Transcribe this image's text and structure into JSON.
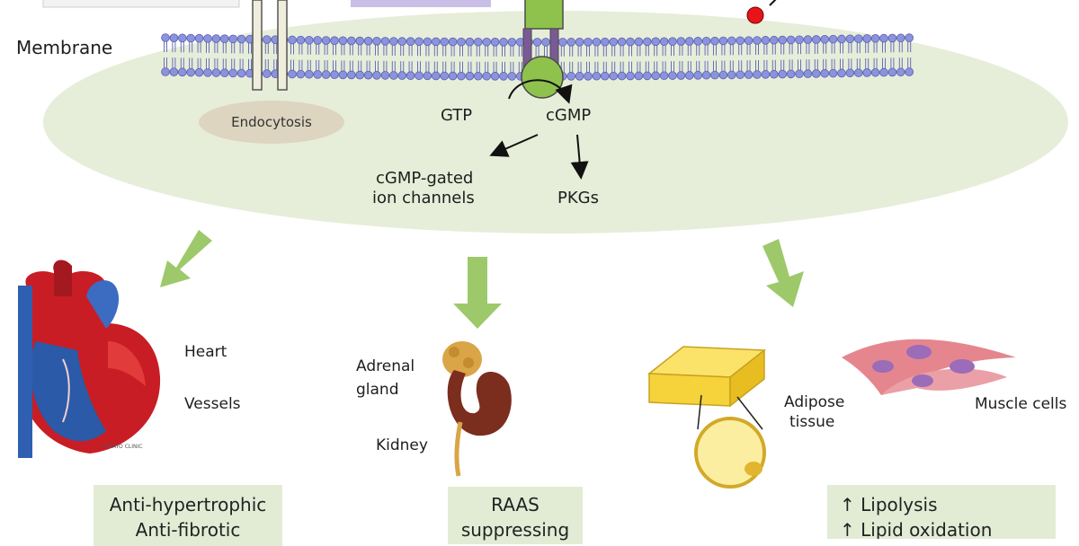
{
  "membrane_label": "Membrane",
  "endocytosis": "Endocytosis",
  "pathway": {
    "gtp": "GTP",
    "cgmp": "cGMP",
    "ion_channels_line1": "cGMP-gated",
    "ion_channels_line2": "ion channels",
    "pkgs": "PKGs"
  },
  "organs": {
    "heart": "Heart",
    "vessels": "Vessels",
    "adrenal_line1": "Adrenal",
    "adrenal_line2": "gland",
    "kidney": "Kidney",
    "adipose_line1": "Adipose",
    "adipose_line2": "tissue",
    "muscle": "Muscle cells",
    "mayo_credit": "© MAYO CLINIC"
  },
  "effects": {
    "heart_box": [
      "Anti-hypertrophic",
      "Anti-fibrotic"
    ],
    "kidney_box": [
      "RAAS",
      "suppressing"
    ],
    "adipose_box": [
      "↑ Lipolysis",
      "↑ Lipid oxidation"
    ]
  },
  "colors": {
    "cell": "#e6eed9",
    "membrane_head": "#8c93dd",
    "receptor_green": "#8fc24d",
    "receptor_purple": "#7a5a96",
    "arrow_green": "#9dc96b",
    "box_fill": "#e2ecd5",
    "ligand_red": "#e8141c"
  }
}
